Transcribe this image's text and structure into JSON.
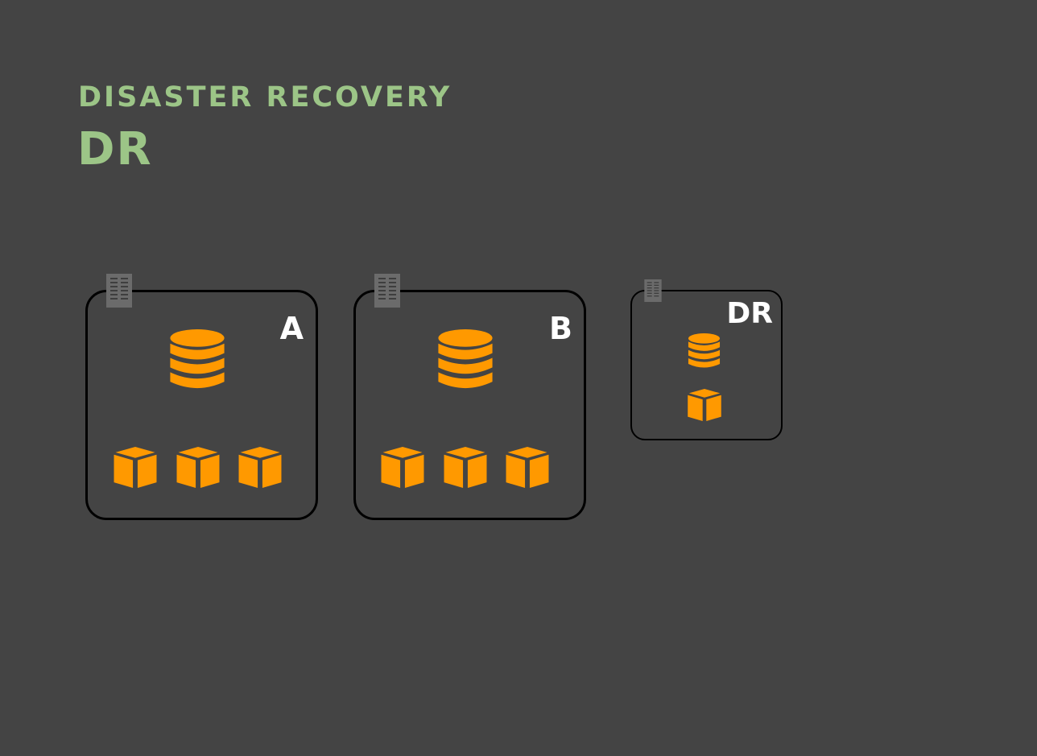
{
  "header": {
    "subtitle": "DISASTER RECOVERY",
    "title": "DR"
  },
  "boxes": [
    {
      "label": "A",
      "database_icon": "database-icon",
      "instance_icons": [
        "cube-icon",
        "cube-icon",
        "cube-icon"
      ],
      "server_icon": "server-rack-icon"
    },
    {
      "label": "B",
      "database_icon": "database-icon",
      "instance_icons": [
        "cube-icon",
        "cube-icon",
        "cube-icon"
      ],
      "server_icon": "server-rack-icon"
    },
    {
      "label": "DR",
      "database_icon": "database-icon",
      "instance_icons": [
        "cube-icon"
      ],
      "server_icon": "server-rack-icon"
    }
  ],
  "colors": {
    "background": "#444444",
    "heading": "#9CC587",
    "accent": "#FF9900",
    "border": "#000000",
    "label": "#FFFFFF",
    "server": "#6B6B6B"
  }
}
